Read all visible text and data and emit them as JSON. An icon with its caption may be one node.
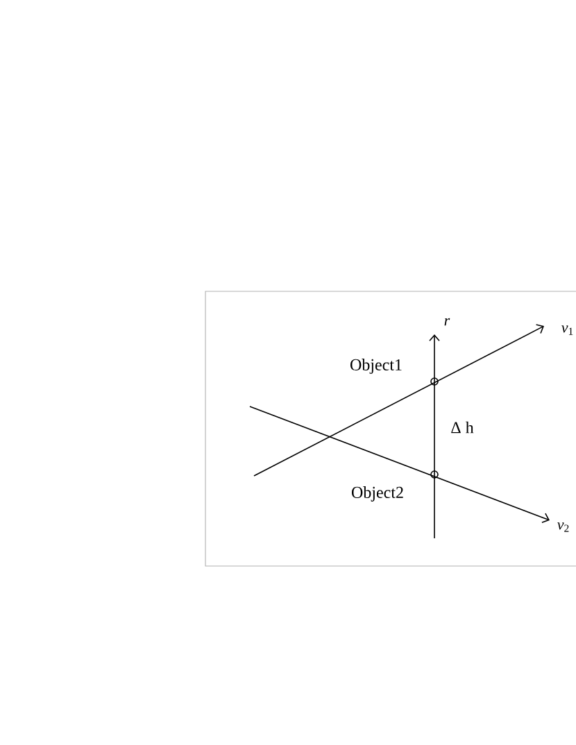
{
  "diagram": {
    "nodes": [
      {
        "text": [],
        "shape": "circle",
        "beside": [
          "Object1"
        ]
      },
      {
        "text": [],
        "shape": "circle",
        "beside": [
          "Object2"
        ]
      }
    ],
    "labels": [
      "*r*",
      "*v*$_{1}$",
      "*v*$_{2}$",
      "Δ h"
    ]
  }
}
